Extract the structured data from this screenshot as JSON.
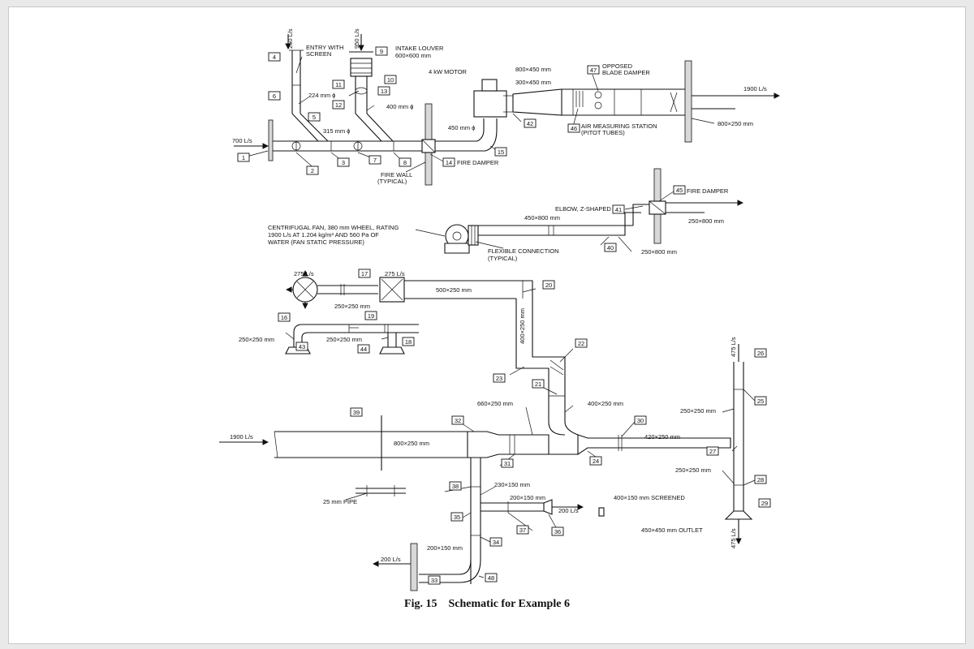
{
  "figure": {
    "label": "Fig. 15",
    "title": "Schematic for Example 6"
  },
  "tags": [
    "1",
    "2",
    "3",
    "4",
    "5",
    "6",
    "7",
    "8",
    "9",
    "10",
    "11",
    "12",
    "13",
    "14",
    "15",
    "17",
    "16",
    "18",
    "19",
    "20",
    "21",
    "22",
    "23",
    "24",
    "25",
    "26",
    "27",
    "28",
    "29",
    "30",
    "31",
    "32",
    "33",
    "34",
    "35",
    "36",
    "37",
    "38",
    "39",
    "40",
    "41",
    "42",
    "43",
    "44",
    "45",
    "46",
    "47",
    "48"
  ],
  "labels": {
    "flow_250": "250 L/s",
    "flow_950": "950 L/s",
    "entry_screen_1": "ENTRY WITH",
    "entry_screen_2": "SCREEN",
    "intake_louver_1": "INTAKE LOUVER",
    "intake_louver_2": "600×600 mm",
    "duct_224": "224 mm ϕ",
    "duct_400phi": "400 mm ϕ",
    "flow_700": "700 L/s",
    "duct_315": "315 mm ϕ",
    "duct_450phi": "450 mm ϕ",
    "fire_damper": "FIRE DAMPER",
    "fire_wall_1": "FIRE WALL",
    "fire_wall_2": "(TYPICAL)",
    "motor": "4 kW MOTOR",
    "duct_800x450": "800×450 mm",
    "duct_300x450": "300×450 mm",
    "opposed_1": "OPPOSED",
    "opposed_2": "BLADE DAMPER",
    "ams_1": "AIR MEASURING STATION",
    "ams_2": "(PITOT TUBES)",
    "flow_1900_out": "1900 L/s",
    "duct_800x250_top": "800×250 mm",
    "fire_damper_45": "FIRE DAMPER",
    "elbow_z": "ELBOW, Z-SHAPED",
    "duct_450x800": "450×800 mm",
    "duct_250x800_a": "250×800 mm",
    "duct_250x800_b": "250×800 mm",
    "fan_1": "CENTRIFUGAL FAN, 380 mm WHEEL, RATING",
    "fan_2": "1900 L/s AT 1.204 kg/m³ AND 560 Pa OF",
    "fan_3": "WATER (FAN STATIC PRESSURE)",
    "flex_1": "FLEXIBLE CONNECTION",
    "flex_2": "(TYPICAL)",
    "flow_275_a": "275 L/s",
    "flow_275_b": "275 L/s",
    "duct_500x250": "500×250 mm",
    "duct_250x250_a": "250×250 mm",
    "duct_250x250_b": "250×250 mm",
    "duct_250x250_c": "250×250 mm",
    "duct_400x250_v": "400×250 mm",
    "duct_660x250": "660×250 mm",
    "duct_400x250": "400×250 mm",
    "flow_475_a": "475 L/s",
    "duct_250x250_d": "250×250 mm",
    "flow_1900_in": "1900 L/s",
    "duct_800x250": "800×250 mm",
    "duct_420x250": "420×250 mm",
    "duct_250x250_e": "250×250 mm",
    "duct_230x150": "230×150 mm",
    "duct_200x150_a": "200×150 mm",
    "flow_200_a": "200 L/s",
    "screened": "400×150 mm SCREENED",
    "pipe_25": "25 mm PIPE",
    "outlet": "450×450 mm OUTLET",
    "flow_475_b": "475 L/s",
    "duct_200x150_b": "200×150 mm",
    "flow_200_b": "200 L/s"
  }
}
